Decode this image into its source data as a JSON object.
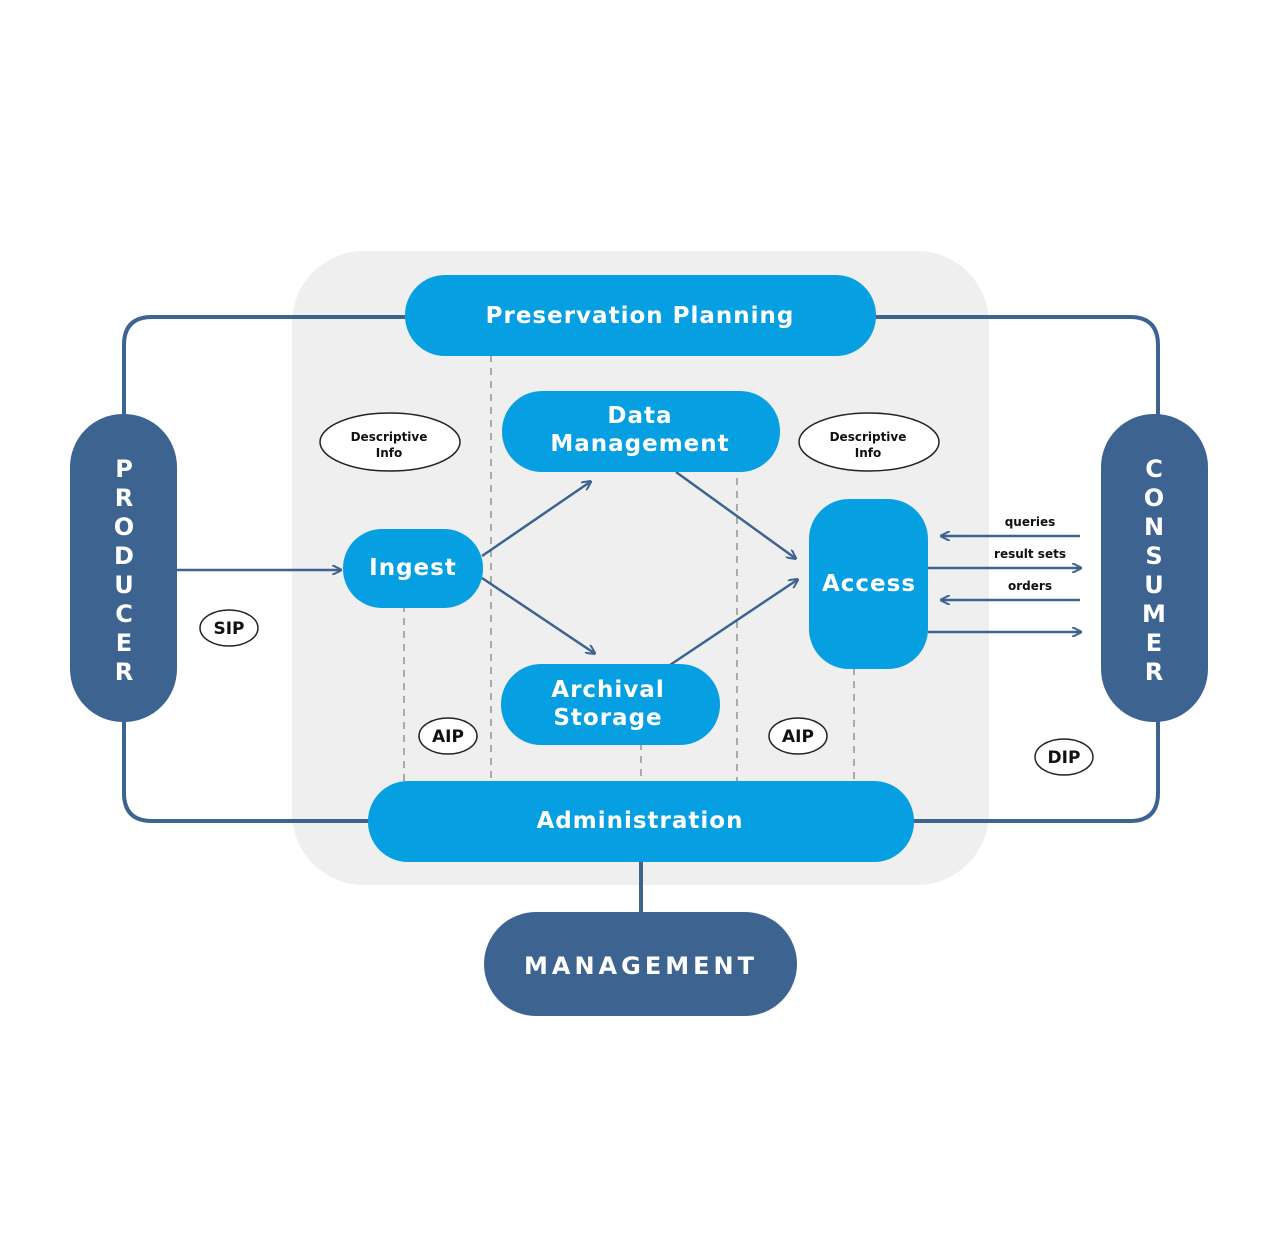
{
  "entities": {
    "producer": "PRODUCER",
    "consumer": "CONSUMER",
    "management": "MANAGEMENT"
  },
  "functions": {
    "preservation_planning": "Preservation Planning",
    "data_management_line1": "Data",
    "data_management_line2": "Management",
    "ingest": "Ingest",
    "access": "Access",
    "archival_storage_line1": "Archival",
    "archival_storage_line2": "Storage",
    "administration": "Administration"
  },
  "packages": {
    "sip": "SIP",
    "aip_left": "AIP",
    "aip_right": "AIP",
    "dip": "DIP",
    "descriptive_left_line1": "Descriptive",
    "descriptive_left_line2": "Info",
    "descriptive_right_line1": "Descriptive",
    "descriptive_right_line2": "Info"
  },
  "consumer_flows": {
    "queries": "queries",
    "result_sets": "result sets",
    "orders": "orders"
  },
  "colors": {
    "function_blue": "#06a0e2",
    "entity_navy": "#3d6391",
    "connector": "#3d6391",
    "archive_bg": "#efefef",
    "dashed": "#555555"
  }
}
